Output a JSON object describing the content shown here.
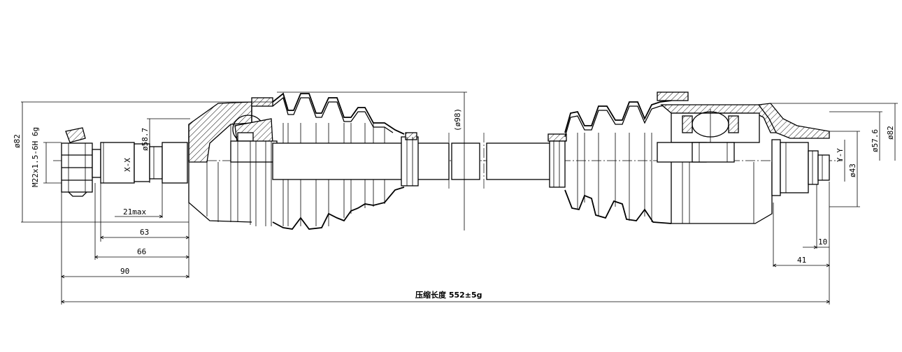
{
  "labels": {
    "dia_82_left": "ø82",
    "thread": "M22x1.5-6H 6g",
    "dia_58_7": "ø58.7",
    "section_x": "X-X",
    "dia_98": "(ø98)",
    "dia_57_6": "ø57.6",
    "dia_82_right": "ø82",
    "section_y": "Y-Y",
    "dia_43": "ø43",
    "len_21max": "21max",
    "len_63": "63",
    "len_66": "66",
    "len_90": "90",
    "len_10": "10",
    "len_41": "41",
    "compressed_length": "压缩长度  552±5g"
  }
}
